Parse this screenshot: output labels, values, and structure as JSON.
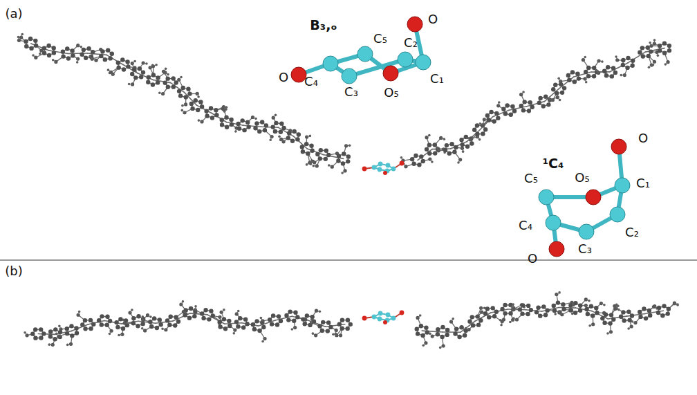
{
  "diagram": {
    "labels": [
      "(a)",
      "B₃,ₒ",
      "C₅",
      "C₂",
      "O",
      "O",
      "C₄",
      "C₁",
      "C₃",
      "O₅",
      "¹C₄",
      "O",
      "C₅",
      "O₅",
      "C₁",
      "C₄",
      "C₃",
      "C₂",
      "O",
      "(b)"
    ]
  }
}
